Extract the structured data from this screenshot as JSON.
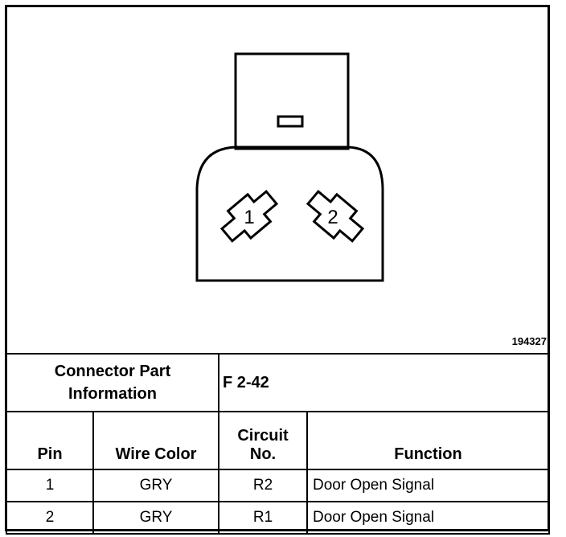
{
  "figure_id": "194327",
  "connector": {
    "pin_labels": [
      "1",
      "2"
    ]
  },
  "info": {
    "label_line1": "Connector Part",
    "label_line2": "Information",
    "value": "F 2-42"
  },
  "columns": {
    "pin": "Pin",
    "wire_color": "Wire Color",
    "circuit_line1": "Circuit",
    "circuit_line2": "No.",
    "function": "Function"
  },
  "rows": [
    {
      "pin": "1",
      "wire_color": "GRY",
      "circuit": "R2",
      "function": "Door Open Signal"
    },
    {
      "pin": "2",
      "wire_color": "GRY",
      "circuit": "R1",
      "function": "Door Open Signal"
    }
  ]
}
